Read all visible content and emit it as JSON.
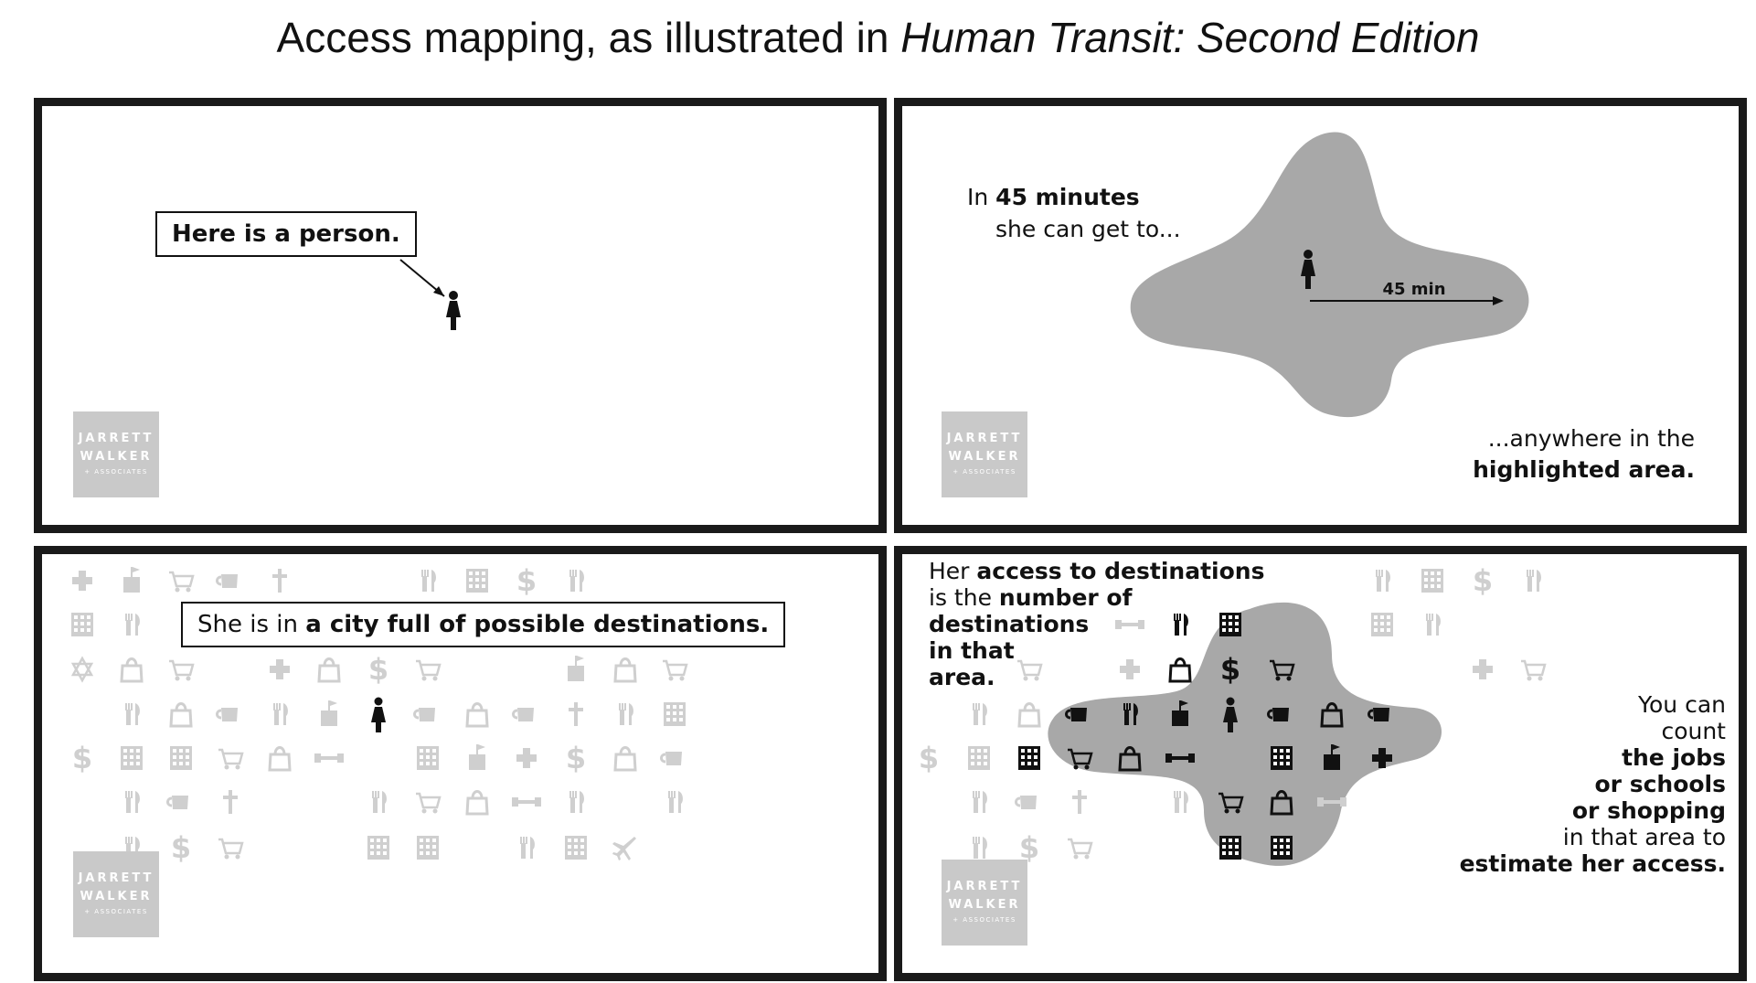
{
  "title": {
    "prefix": "Access mapping, as illustrated in ",
    "book": "Human Transit: Second Edition"
  },
  "logo": {
    "line1": "JARRETT",
    "line2": "WALKER",
    "line3": "+ ASSOCIATES"
  },
  "panel1": {
    "callout": "Here is a person."
  },
  "panel2": {
    "line1_pre": "In ",
    "line1_bold": "45 minutes",
    "line2": "she can get to...",
    "radius_label": "45 min",
    "bottom_line1": "...anywhere in the",
    "bottom_line2": "highlighted area."
  },
  "panel3": {
    "callout_pre": "She is in ",
    "callout_bold": "a city full of possible destinations."
  },
  "panel4": {
    "left_l1_pre": "Her ",
    "left_l1_bold": "access to destinations",
    "left_l2_pre": "is the ",
    "left_l2_bold": "number of",
    "left_l3": "destinations",
    "left_l4": "in that",
    "left_l5": "area.",
    "right_l1": "You can",
    "right_l2": "count",
    "right_l3": "the jobs",
    "right_l4": "or schools",
    "right_l5": "or shopping",
    "right_l6": "in that area to",
    "right_l7": "estimate her access."
  },
  "colors": {
    "border": "#1a1a1a",
    "blob": "#a8a8a8",
    "icon_light": "#cfcfcf",
    "icon_dark": "#111111",
    "logo": "#c9c9c9"
  }
}
